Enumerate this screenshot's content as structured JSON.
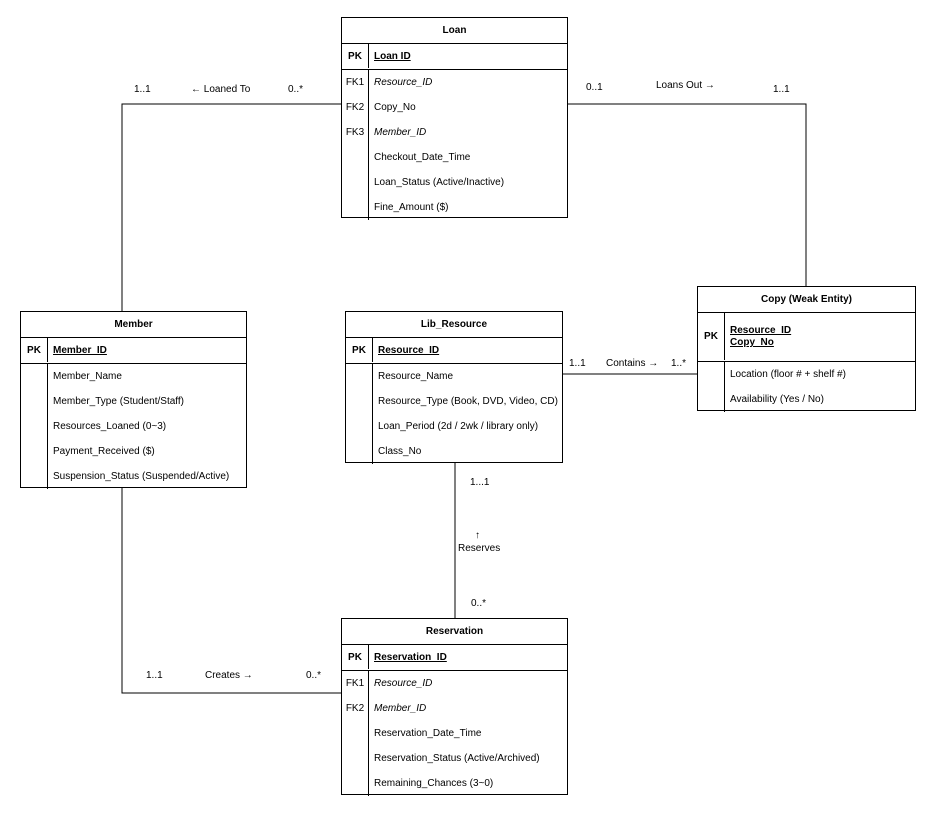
{
  "entities": {
    "loan": {
      "title": "Loan",
      "pk_label": "PK",
      "pk": "Loan ID",
      "rows": [
        {
          "key": "FK1",
          "name": "Resource_ID"
        },
        {
          "key": "FK2",
          "name": "Copy_No"
        },
        {
          "key": "FK3",
          "name": "Member_ID"
        },
        {
          "key": "",
          "name": "Checkout_Date_Time"
        },
        {
          "key": "",
          "name": "Loan_Status (Active/Inactive)"
        },
        {
          "key": "",
          "name": "Fine_Amount ($)"
        }
      ]
    },
    "member": {
      "title": "Member",
      "pk_label": "PK",
      "pk": "Member_ID",
      "rows": [
        {
          "key": "",
          "name": "Member_Name"
        },
        {
          "key": "",
          "name": "Member_Type (Student/Staff)"
        },
        {
          "key": "",
          "name": "Resources_Loaned (0~3)"
        },
        {
          "key": "",
          "name": "Payment_Received ($)"
        },
        {
          "key": "",
          "name": "Suspension_Status (Suspended/Active)"
        }
      ]
    },
    "lib_resource": {
      "title": "Lib_Resource",
      "pk_label": "PK",
      "pk": "Resource_ID",
      "rows": [
        {
          "key": "",
          "name": "Resource_Name"
        },
        {
          "key": "",
          "name": "Resource_Type (Book, DVD, Video, CD)"
        },
        {
          "key": "",
          "name": "Loan_Period (2d / 2wk / library only)"
        },
        {
          "key": "",
          "name": "Class_No"
        }
      ]
    },
    "copy": {
      "title": "Copy (Weak Entity)",
      "pk_label": "PK",
      "pk_lines": [
        "Resource_ID",
        "Copy_No"
      ],
      "rows": [
        {
          "key": "",
          "name": "Location (floor # + shelf #)"
        },
        {
          "key": "",
          "name": "Availability (Yes / No)"
        }
      ]
    },
    "reservation": {
      "title": "Reservation",
      "pk_label": "PK",
      "pk": "Reservation_ID",
      "rows": [
        {
          "key": "FK1",
          "name": "Resource_ID"
        },
        {
          "key": "FK2",
          "name": "Member_ID"
        },
        {
          "key": "",
          "name": "Reservation_Date_Time"
        },
        {
          "key": "",
          "name": "Reservation_Status (Active/Archived)"
        },
        {
          "key": "",
          "name": "Remaining_Chances (3~0)"
        }
      ]
    }
  },
  "relationships": {
    "loaned_to": {
      "member_card": "1..1",
      "label": "← Loaned To",
      "loan_card": "0..*"
    },
    "loans_out": {
      "loan_card": "0..1",
      "label": "Loans Out →",
      "copy_card": "1..1"
    },
    "contains": {
      "resource_card": "1..1",
      "label": "Contains →",
      "copy_card": "1..*"
    },
    "reserves": {
      "resource_card": "1...1",
      "arrow": "↑",
      "label": "Reserves",
      "reservation_card": "0..*"
    },
    "creates": {
      "member_card": "1..1",
      "label": "Creates →",
      "reservation_card": "0..*"
    }
  }
}
